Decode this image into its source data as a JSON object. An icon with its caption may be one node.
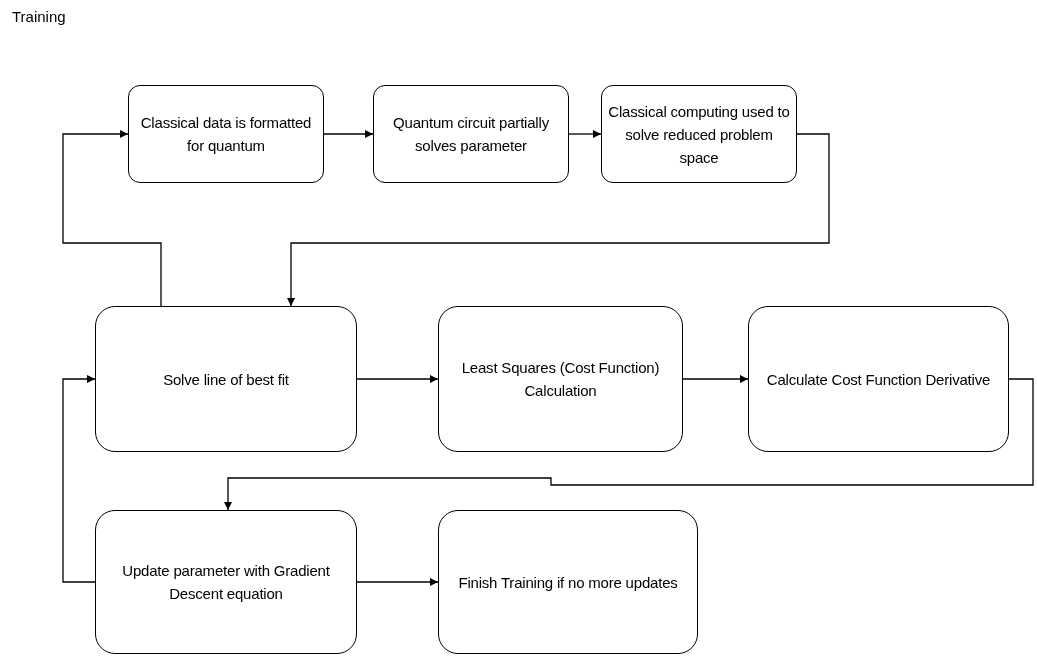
{
  "diagram": {
    "title": "Training",
    "nodes": [
      {
        "text": [
          "Classical data is formatted for quantum"
        ]
      },
      {
        "text": [
          "Quantum circuit partially solves parameter"
        ]
      },
      {
        "text": [
          "Classical computing used to solve reduced problem space"
        ]
      },
      {
        "text": [
          "Solve line of best fit"
        ]
      },
      {
        "text": [
          "Least Squares (Cost Function) Calculation"
        ]
      },
      {
        "text": [
          "Calculate Cost Function Derivative"
        ]
      },
      {
        "text": [
          "Update parameter with Gradient Descent equation"
        ]
      },
      {
        "text": [
          "Finish Training if no more updates"
        ]
      }
    ],
    "edges": [
      {
        "from": 0,
        "to": 1,
        "arrow": "to"
      },
      {
        "from": 1,
        "to": 2,
        "arrow": "to"
      },
      {
        "from": 2,
        "to": 3,
        "arrow": "to"
      },
      {
        "from": 3,
        "to": 0,
        "arrow": "to"
      },
      {
        "from": 3,
        "to": 4,
        "arrow": "to"
      },
      {
        "from": 4,
        "to": 5,
        "arrow": "to"
      },
      {
        "from": 5,
        "to": 6,
        "arrow": "to"
      },
      {
        "from": 6,
        "to": 3,
        "arrow": "to"
      },
      {
        "from": 6,
        "to": 7,
        "arrow": "to"
      }
    ]
  }
}
